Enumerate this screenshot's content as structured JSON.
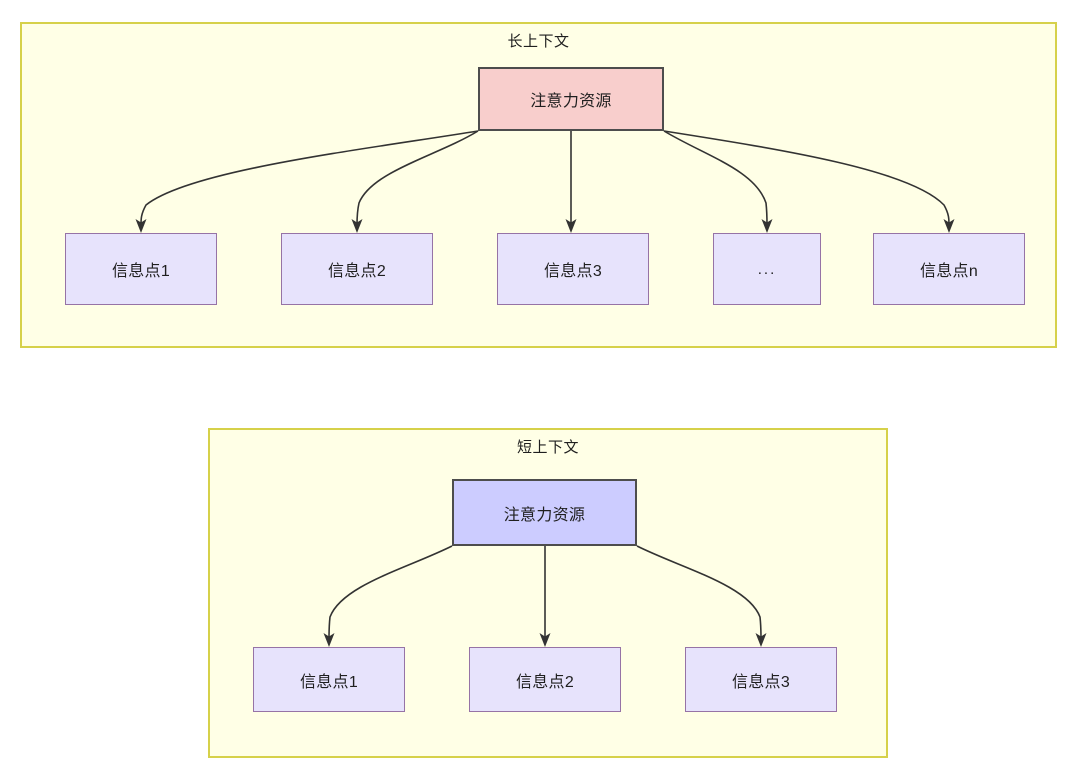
{
  "diagram": {
    "title_hidden": "",
    "colors": {
      "container_fill": "#ffffe6",
      "container_border": "#d6d14a",
      "attention_long_fill": "#f8cecc",
      "attention_short_fill": "#ccccff",
      "node_border_dark": "#4d4d4d",
      "info_fill": "#e7e3fc",
      "info_border": "#9673a6",
      "edge_stroke": "#333333"
    },
    "sections": [
      {
        "key": "long_context",
        "title": "长上下文",
        "root": {
          "label": "注意力资源"
        },
        "children": [
          {
            "label": "信息点1"
          },
          {
            "label": "信息点2"
          },
          {
            "label": "信息点3"
          },
          {
            "label": "..."
          },
          {
            "label": "信息点n"
          }
        ]
      },
      {
        "key": "short_context",
        "title": "短上下文",
        "root": {
          "label": "注意力资源"
        },
        "children": [
          {
            "label": "信息点1"
          },
          {
            "label": "信息点2"
          },
          {
            "label": "信息点3"
          }
        ]
      }
    ]
  }
}
